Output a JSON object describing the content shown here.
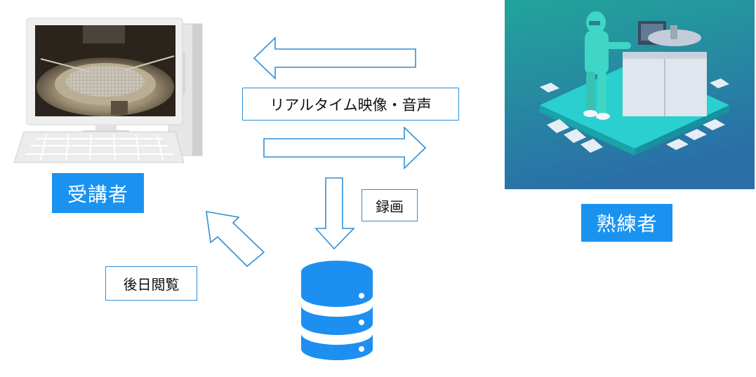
{
  "diagram": {
    "trainee_label": "受講者",
    "expert_label": "熟練者",
    "realtime_label": "リアルタイム映像・音声",
    "recording_label": "録画",
    "later_viewing_label": "後日閲覧"
  },
  "colors": {
    "accent_blue": "#1a93f0",
    "arrow_stroke": "#2f8fd8",
    "db_blue": "#1d8ff0",
    "expert_bg_top": "#22a49a",
    "expert_bg_bottom": "#2a6fa8"
  },
  "icons": [
    "computer-monitor-icon",
    "database-icon",
    "cleanroom-worker-illustration",
    "arrow-left-icon",
    "arrow-right-icon",
    "arrow-down-icon",
    "arrow-up-left-icon"
  ]
}
